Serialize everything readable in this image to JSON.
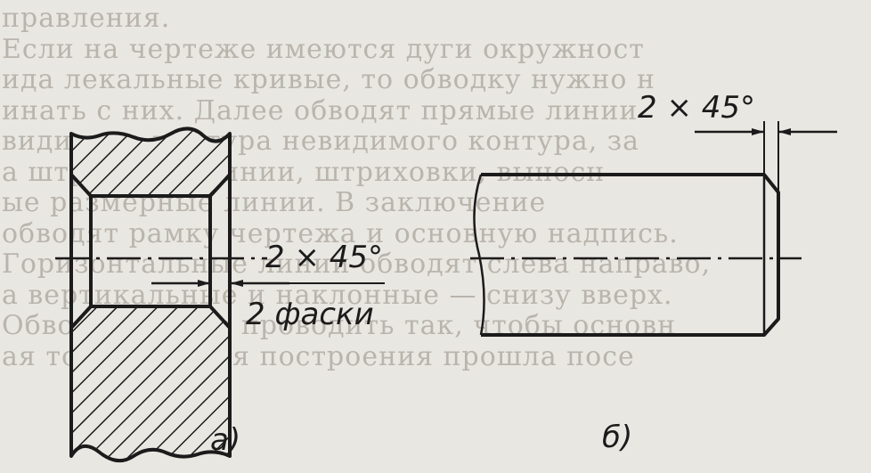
{
  "background_text": [
    "правления.",
    "Если на чертеже имеются дуги окружност",
    "ида лекальные кривые, то обводку нужно н",
    "инать с них. Далее обводят прямые линии",
    "видимого контура невидимого контура, за",
    "а штриховые линии, штриховки, выносн",
    "ые размерные линии. В заключение",
    "обводят рамку чертежа и основную надпись.",
    "Горизонтальные линии обводят слева направо,",
    "а вертикальные и наклонные — снизу вверх.",
    "Обводку нужно проводить так, чтобы основн",
    "ая тонкая линия построения прошла посе"
  ],
  "figure_a": {
    "dimension": "2 × 45°",
    "note": "2 фаски",
    "caption": "а)"
  },
  "figure_b": {
    "dimension": "2 × 45°",
    "caption": "б)"
  },
  "colors": {
    "ink": "#1b1b1b",
    "paper": "#e9e7e2",
    "bleed_text": "#b9b5ad"
  }
}
